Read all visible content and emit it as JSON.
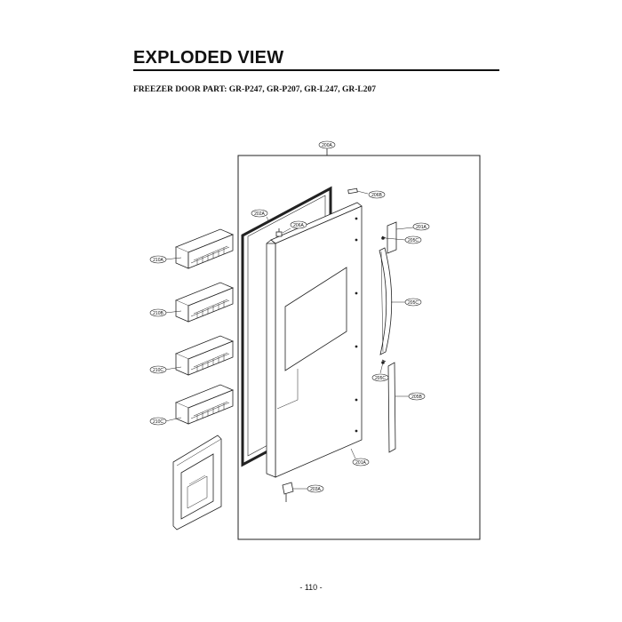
{
  "page": {
    "title": "EXPLODED VIEW",
    "subtitle": "FREEZER DOOR PART: GR-P247, GR-P207, GR-L247, GR-L207",
    "page_number": "- 110 -"
  },
  "diagram": {
    "part_labels": [
      {
        "id": "frame",
        "text": "200A"
      },
      {
        "id": "gasket",
        "text": "202A"
      },
      {
        "id": "hinge-bushing",
        "text": "206A"
      },
      {
        "id": "hinge-cap",
        "text": "206B"
      },
      {
        "id": "handle-cap",
        "text": "201A"
      },
      {
        "id": "handle-screw-top",
        "text": "205C"
      },
      {
        "id": "handle",
        "text": "205C"
      },
      {
        "id": "handle-screw-bottom",
        "text": "205C"
      },
      {
        "id": "deco-strip",
        "text": "205B"
      },
      {
        "id": "door",
        "text": "201A"
      },
      {
        "id": "stopper",
        "text": "203A"
      },
      {
        "id": "basket-1",
        "text": "210A"
      },
      {
        "id": "basket-2",
        "text": "210B"
      },
      {
        "id": "basket-3",
        "text": "210C"
      },
      {
        "id": "basket-4",
        "text": "210C"
      }
    ]
  }
}
